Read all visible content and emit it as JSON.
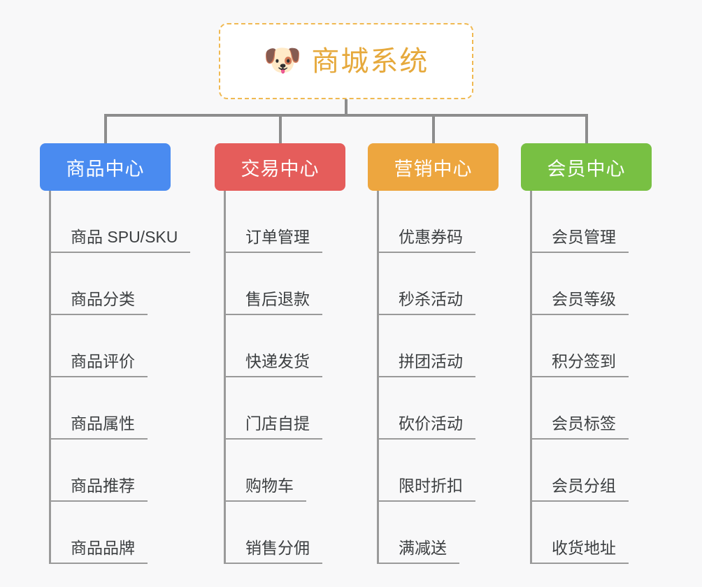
{
  "background_color": "#f8f8f9",
  "connector_color": "#8d8d8d",
  "root": {
    "icon": "dog-face-emoji",
    "emoji": "🐶",
    "title": "商城系统",
    "border_color": "#f0b952",
    "text_color": "#e6a93c",
    "background_color": "#ffffff"
  },
  "columns": [
    {
      "id": "product-center",
      "label": "商品中心",
      "color": "#4a8bf0",
      "items": [
        "商品 SPU/SKU",
        "商品分类",
        "商品评价",
        "商品属性",
        "商品推荐",
        "商品品牌"
      ]
    },
    {
      "id": "trade-center",
      "label": "交易中心",
      "color": "#e55d5b",
      "items": [
        "订单管理",
        "售后退款",
        "快递发货",
        "门店自提",
        "购物车",
        "销售分佣"
      ]
    },
    {
      "id": "marketing-center",
      "label": "营销中心",
      "color": "#eda63f",
      "items": [
        "优惠券码",
        "秒杀活动",
        "拼团活动",
        "砍价活动",
        "限时折扣",
        "满减送"
      ]
    },
    {
      "id": "member-center",
      "label": "会员中心",
      "color": "#78c043",
      "items": [
        "会员管理",
        "会员等级",
        "积分签到",
        "会员标签",
        "会员分组",
        "收货地址"
      ]
    }
  ]
}
